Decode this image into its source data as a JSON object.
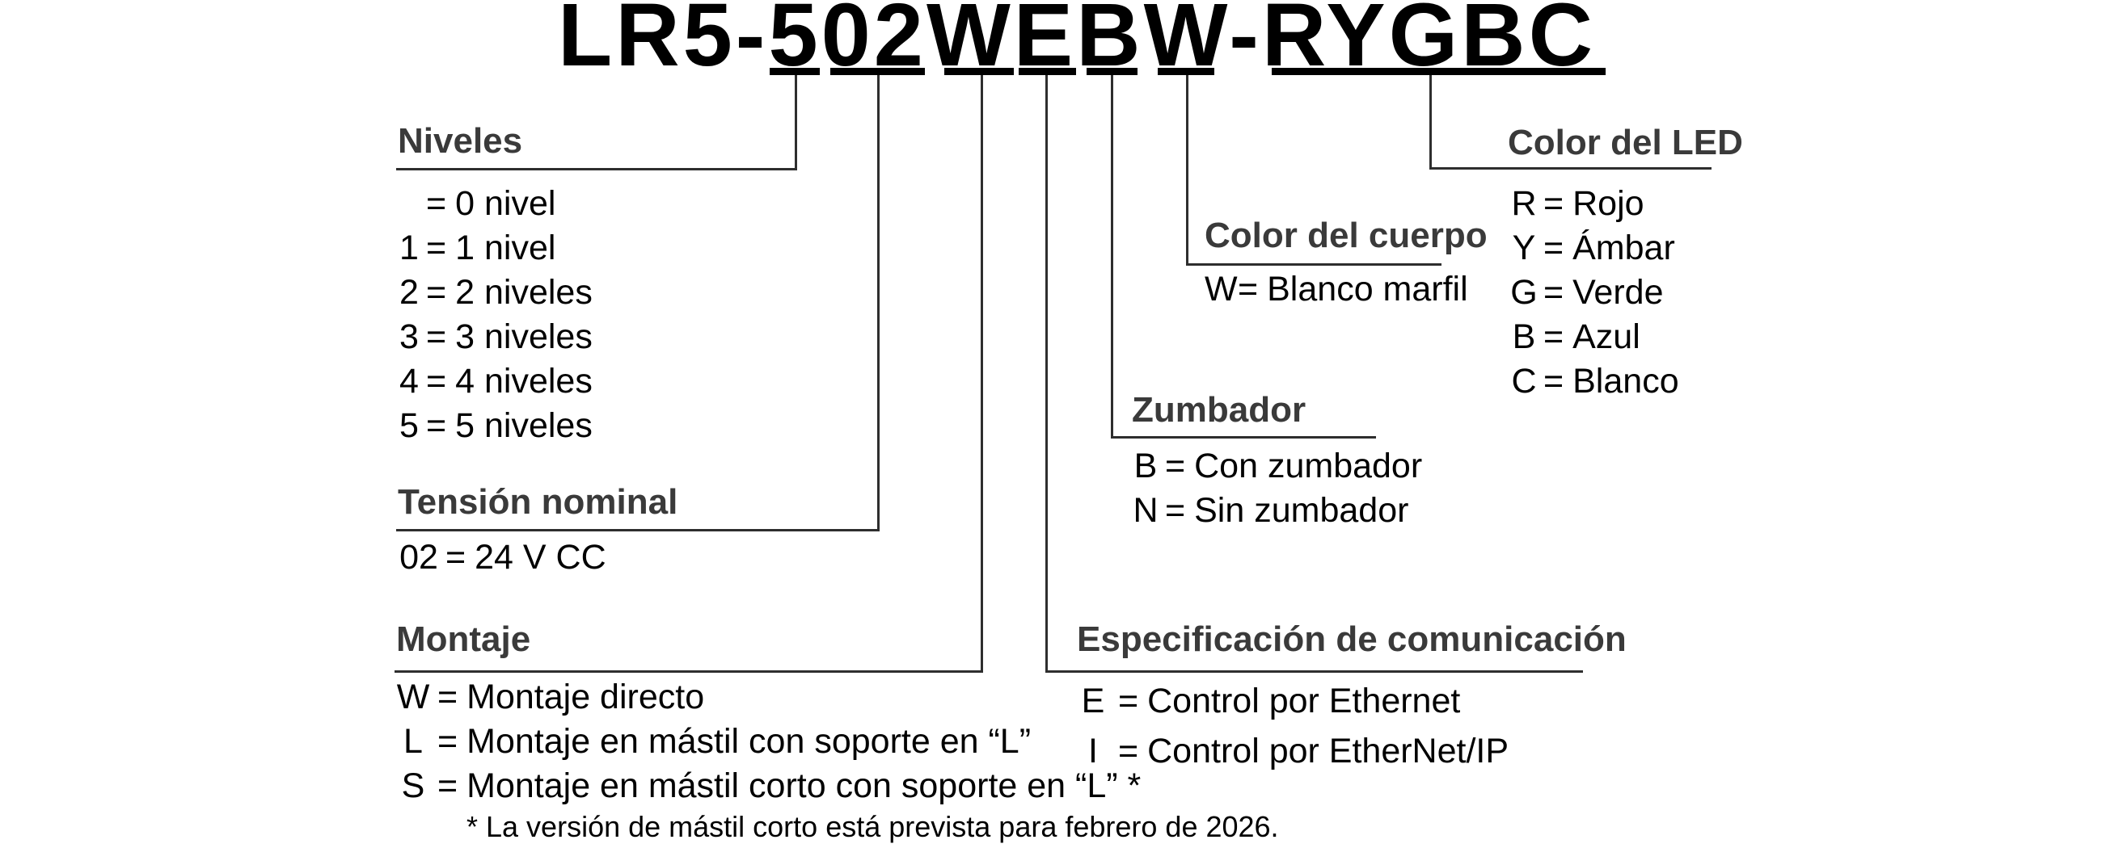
{
  "title": {
    "model": "LR5-502WEBW-RYGBC",
    "underlined_segments": [
      "5",
      "02",
      "W",
      "E",
      "B",
      "W",
      "RYGBC"
    ]
  },
  "equals_sign": "=",
  "sections": {
    "niveles": {
      "heading": "Niveles",
      "items": [
        {
          "code": "",
          "desc": "0 nivel"
        },
        {
          "code": "1",
          "desc": "1 nivel"
        },
        {
          "code": "2",
          "desc": "2 niveles"
        },
        {
          "code": "3",
          "desc": "3 niveles"
        },
        {
          "code": "4",
          "desc": "4 niveles"
        },
        {
          "code": "5",
          "desc": "5 niveles"
        }
      ]
    },
    "tension": {
      "heading": "Tensión nominal",
      "items": [
        {
          "code": "02",
          "desc": "24 V CC"
        }
      ]
    },
    "montaje": {
      "heading": "Montaje",
      "items": [
        {
          "code": "W",
          "desc": "Montaje directo"
        },
        {
          "code": "L",
          "desc": "Montaje en mástil con soporte en “L”"
        },
        {
          "code": "S",
          "desc": "Montaje en mástil corto con soporte en “L” *"
        }
      ],
      "footnote": "* La versión de mástil corto está prevista para febrero de 2026."
    },
    "comunicacion": {
      "heading": "Especificación de comunicación",
      "items": [
        {
          "code": "E",
          "desc": "Control por Ethernet"
        },
        {
          "code": "I",
          "desc": "Control por EtherNet/IP"
        }
      ]
    },
    "zumbador": {
      "heading": "Zumbador",
      "items": [
        {
          "code": "B",
          "desc": "Con zumbador"
        },
        {
          "code": "N",
          "desc": "Sin zumbador"
        }
      ]
    },
    "cuerpo": {
      "heading": "Color del cuerpo",
      "items": [
        {
          "code": "W",
          "desc": "Blanco marfil"
        }
      ]
    },
    "led": {
      "heading": "Color del LED",
      "items": [
        {
          "code": "R",
          "desc": "Rojo"
        },
        {
          "code": "Y",
          "desc": "Ámbar"
        },
        {
          "code": "G",
          "desc": "Verde"
        },
        {
          "code": "B",
          "desc": "Azul"
        },
        {
          "code": "C",
          "desc": "Blanco"
        }
      ]
    }
  },
  "colors": {
    "text": "#000000",
    "heading": "#3a3a3a",
    "line": "#2e2e2e"
  }
}
